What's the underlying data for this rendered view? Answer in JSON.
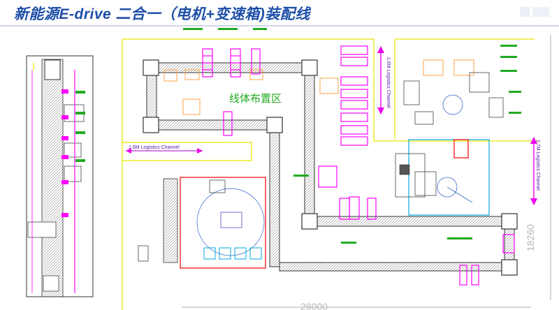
{
  "header": {
    "title": "新能源E-drive 二合一（电机+变速箱)装配线"
  },
  "layout": {
    "zone_label": "线体布置区",
    "channel_left": "1.6M Logistics Channel",
    "channel_top": "1.6M Logistics Channel",
    "channel_right": "2.7M Logistics Channel",
    "dim_height": "18260",
    "dim_width": "28000"
  },
  "colors": {
    "title": "#1e4fa8",
    "conveyor": "#555555",
    "pallet": "#ff00ff",
    "boundary": "#e6e600",
    "cell": "#ff0000",
    "robot_cell": "#00aadd",
    "annotation": "#22aa22",
    "arrow": "#ee00ee",
    "dimension": "#999999"
  }
}
